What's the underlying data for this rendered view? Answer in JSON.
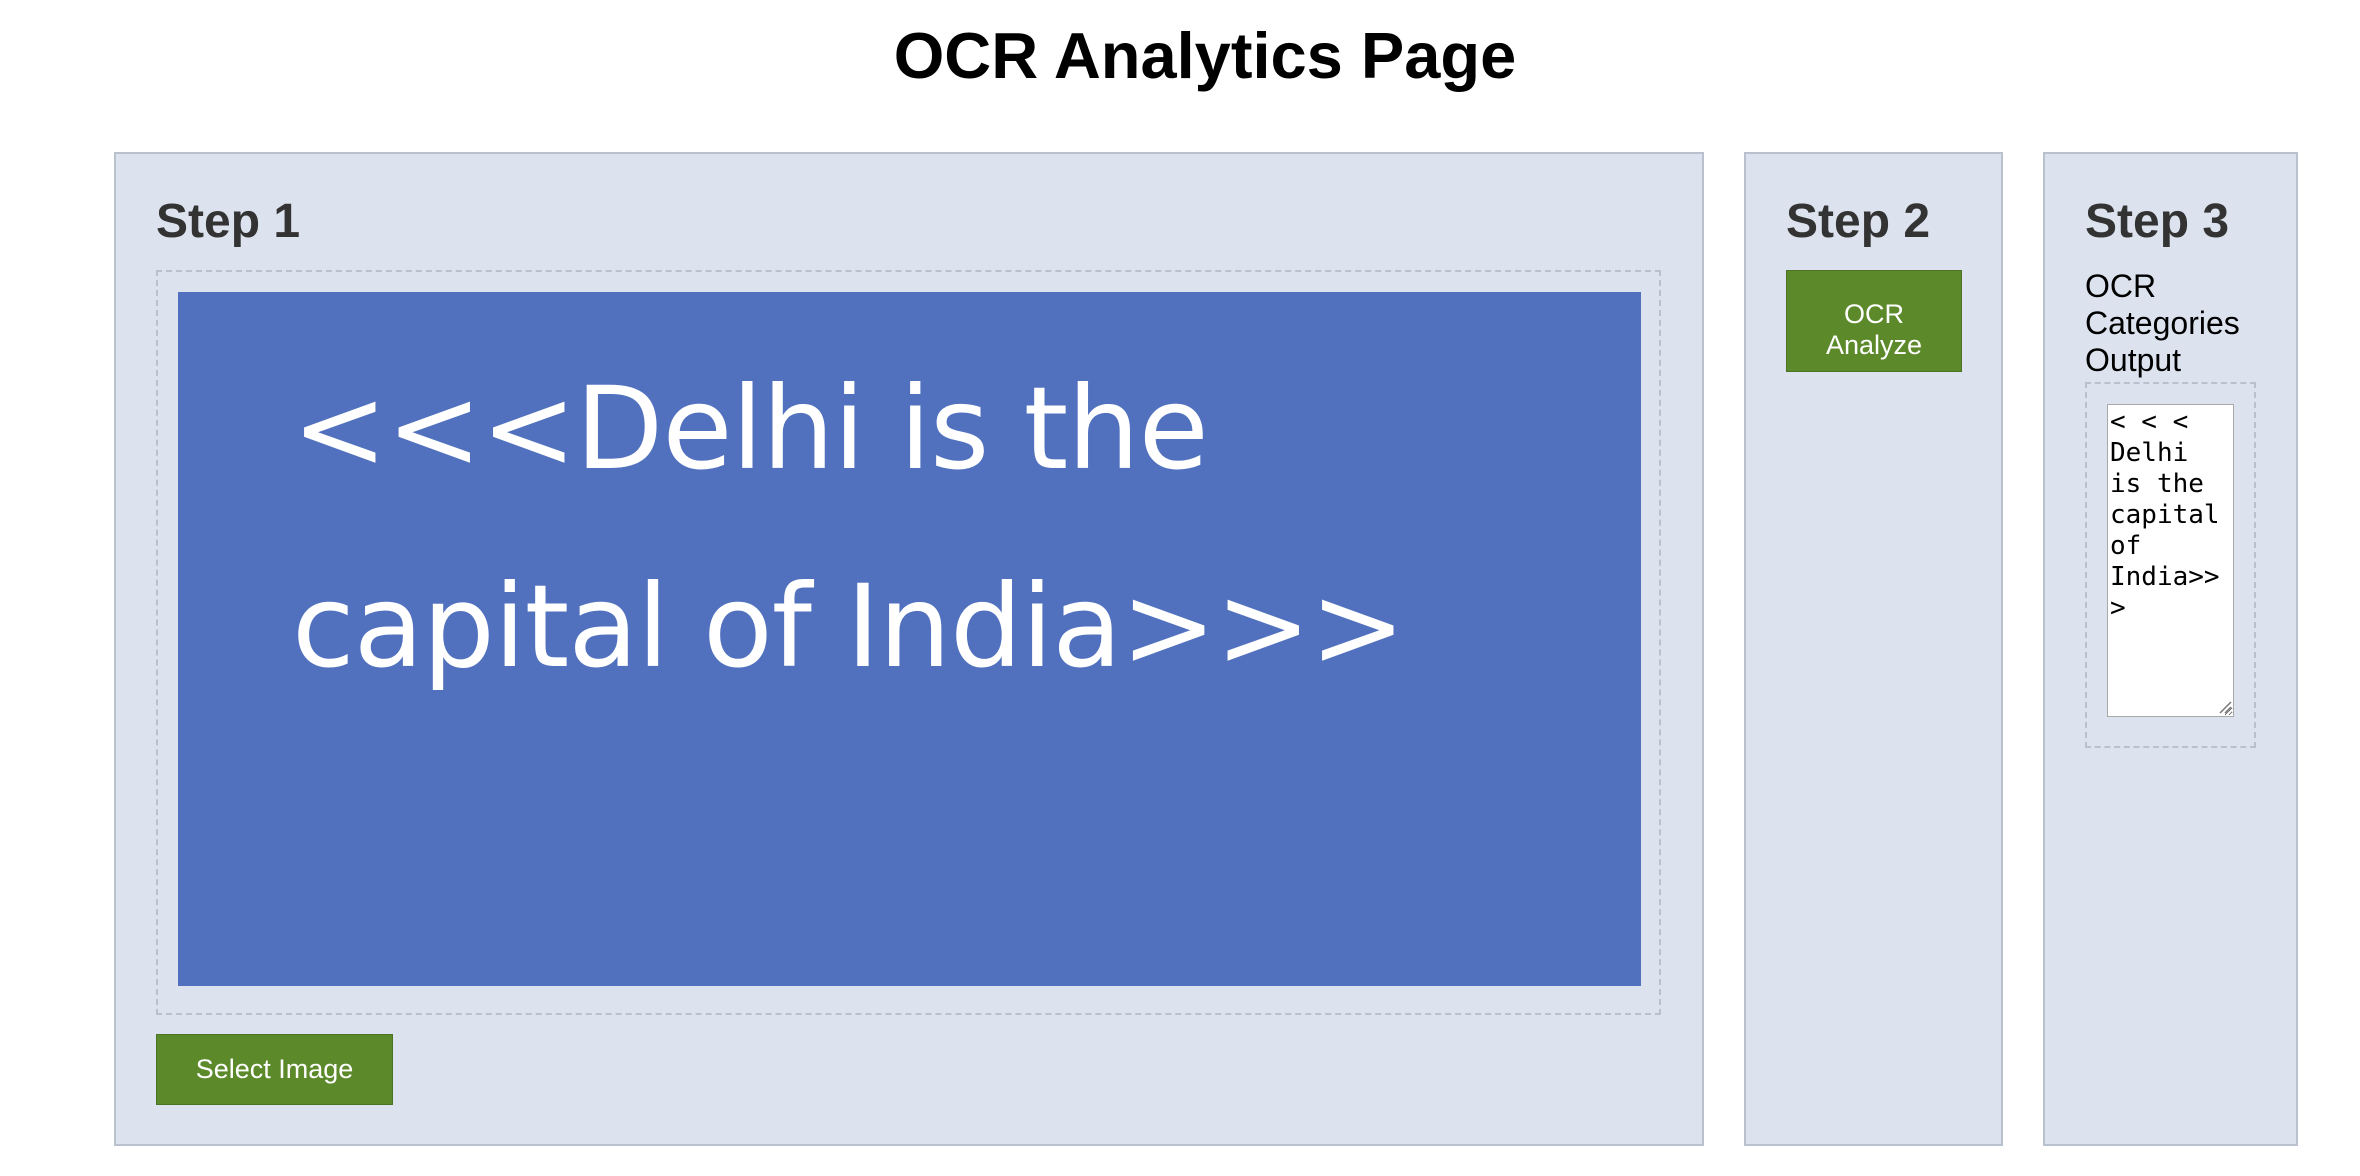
{
  "page": {
    "title": "OCR Analytics Page"
  },
  "step1": {
    "heading": "Step 1",
    "image_text_line1": "<<<Delhi is the",
    "image_text_line2": "capital of India>>>",
    "select_button_label": "Select Image"
  },
  "step2": {
    "heading": "Step 2",
    "analyze_button_line1": "OCR",
    "analyze_button_line2": "Analyze"
  },
  "step3": {
    "heading": "Step 3",
    "output_label_line1": "OCR",
    "output_label_line2": "Categories",
    "output_label_line3": "Output",
    "output_text": "< < <\nDelhi\nis the\ncapital\nof\nIndia>>\n>"
  },
  "colors": {
    "panel_background": "#dce3ee",
    "image_background": "#5171be",
    "button_green": "#5c8a2b"
  },
  "icons": {
    "textarea_resize": "resize-grip-icon"
  }
}
